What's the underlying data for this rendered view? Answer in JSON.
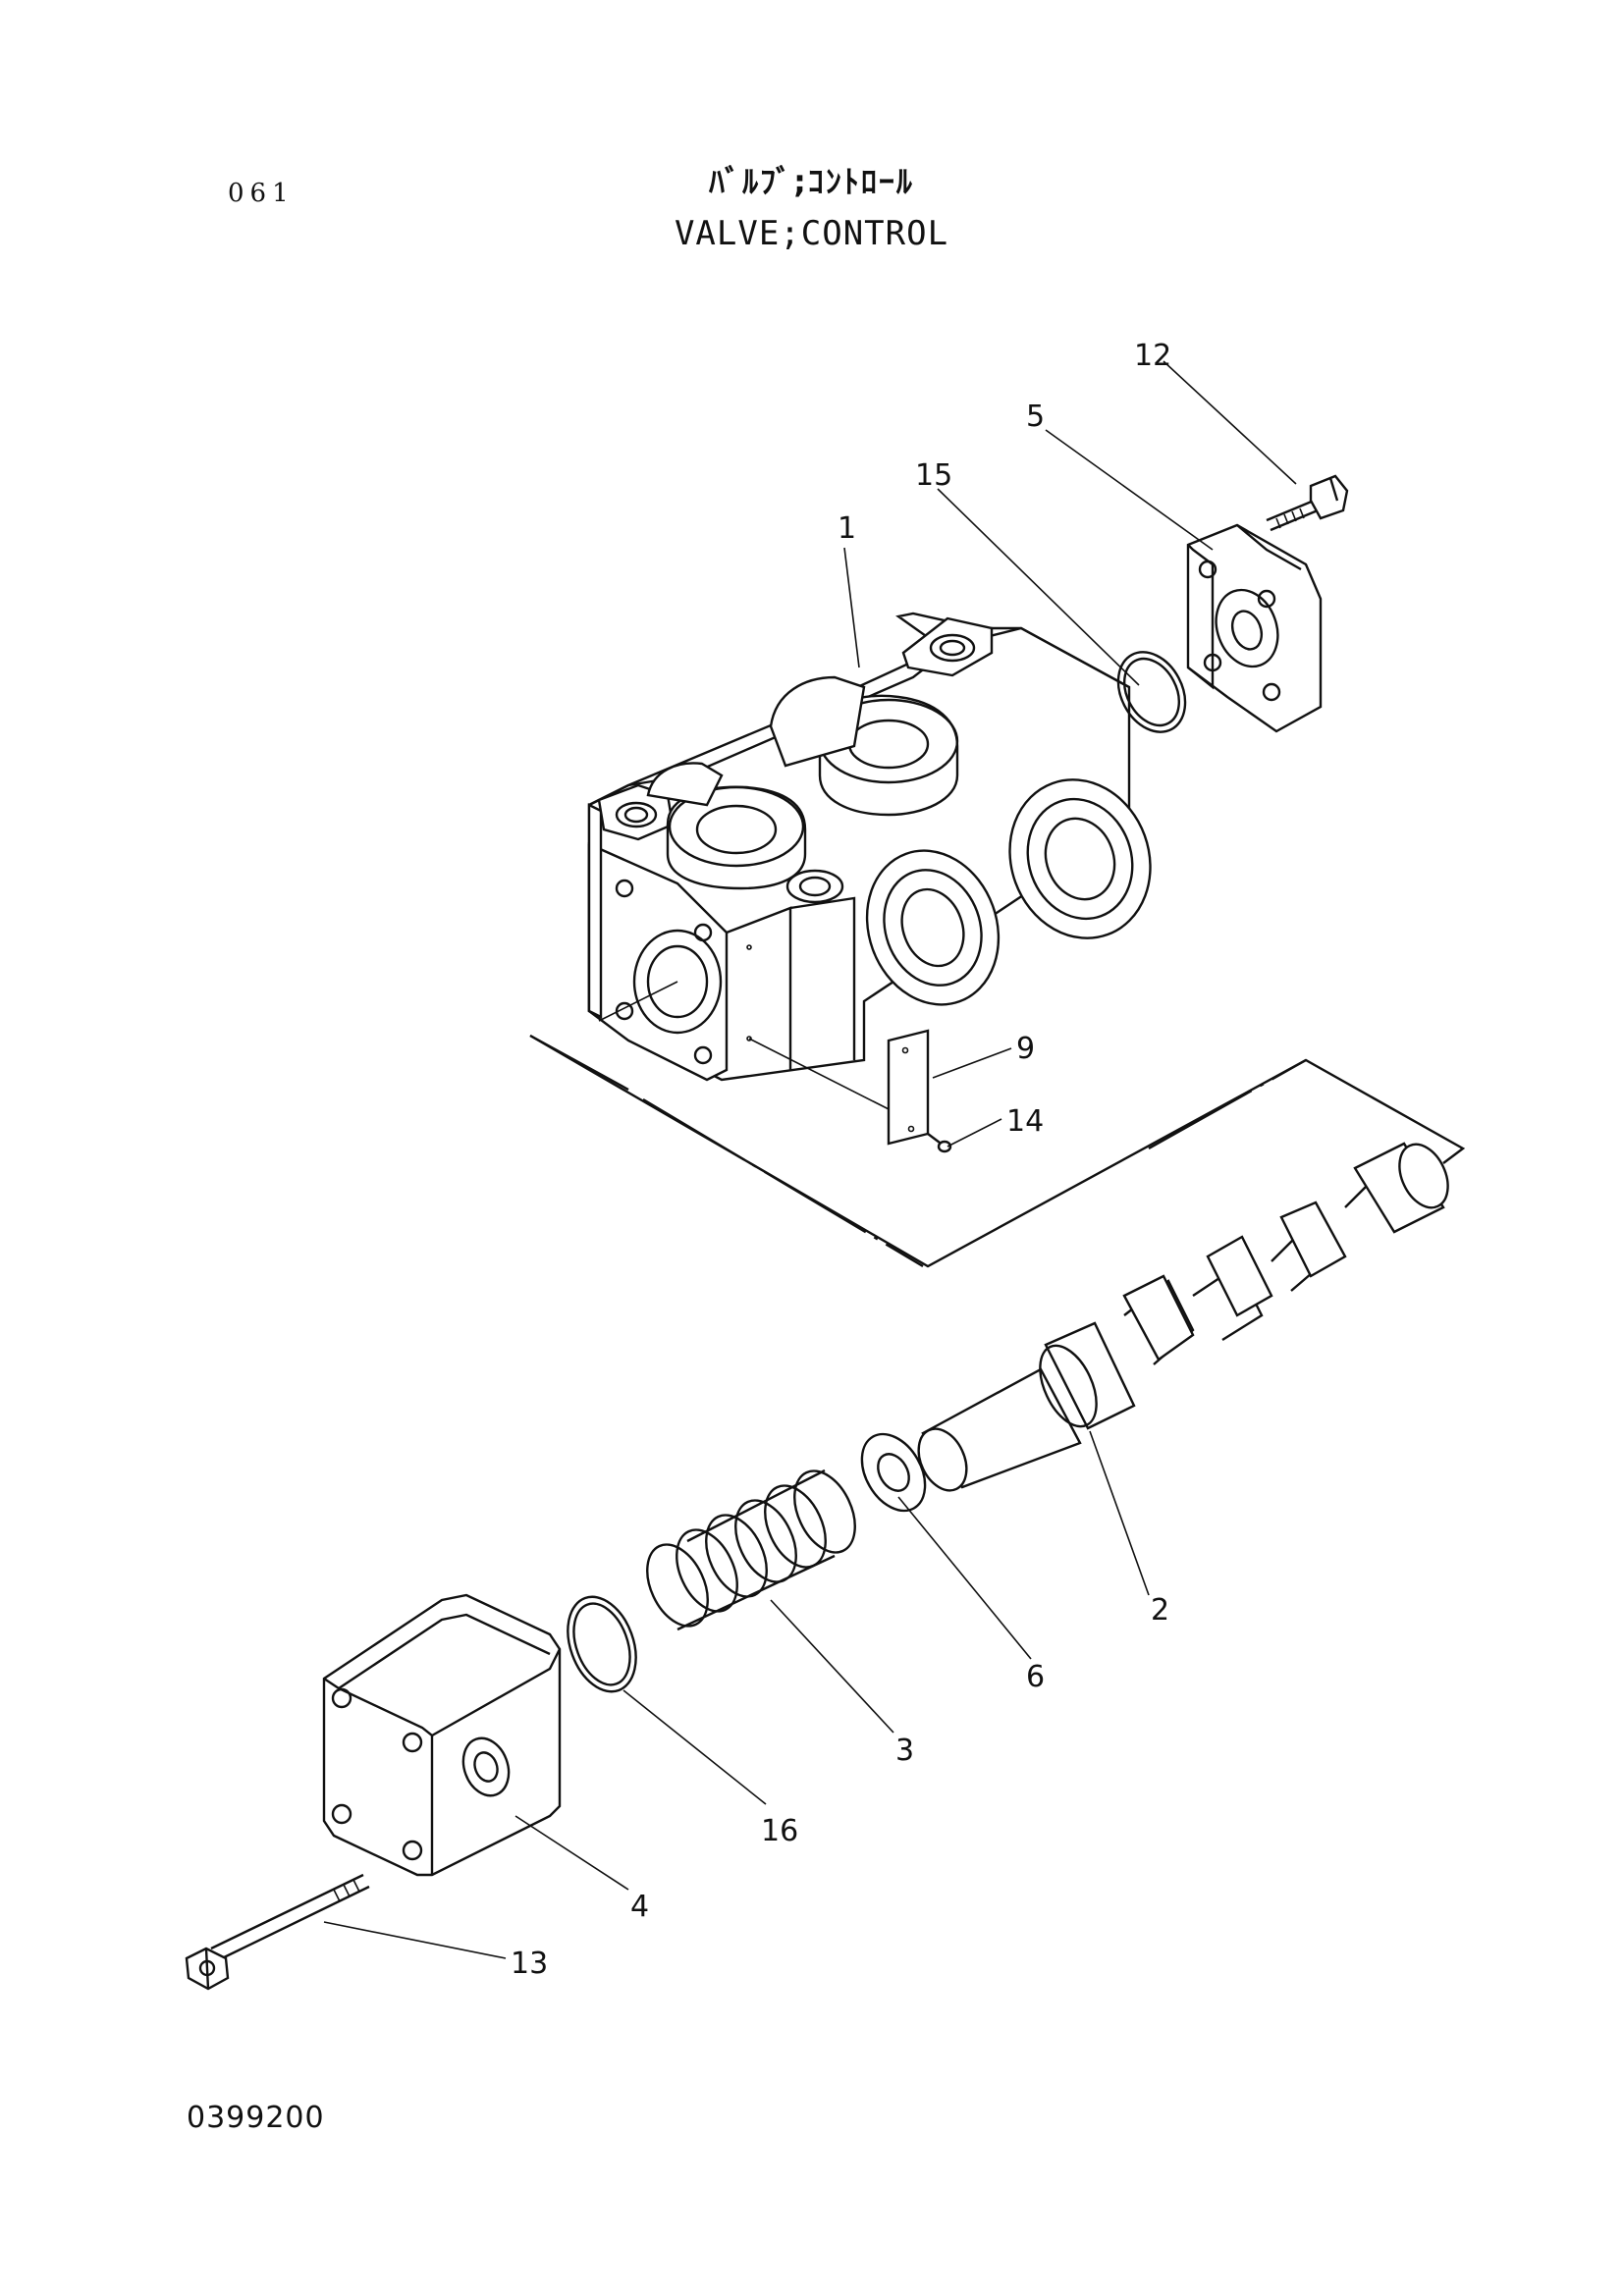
{
  "header": {
    "page_number": "061",
    "title_jp": "ﾊﾞﾙﾌﾞ;ｺﾝﾄﾛｰﾙ",
    "title_en": "VALVE;CONTROL"
  },
  "footer": {
    "drawing_code": "0399200"
  },
  "callouts": {
    "c1": "1",
    "c2": "2",
    "c3": "3",
    "c4": "4",
    "c5": "5",
    "c6": "6",
    "c9": "9",
    "c12": "12",
    "c13": "13",
    "c14": "14",
    "c15": "15",
    "c16": "16"
  }
}
